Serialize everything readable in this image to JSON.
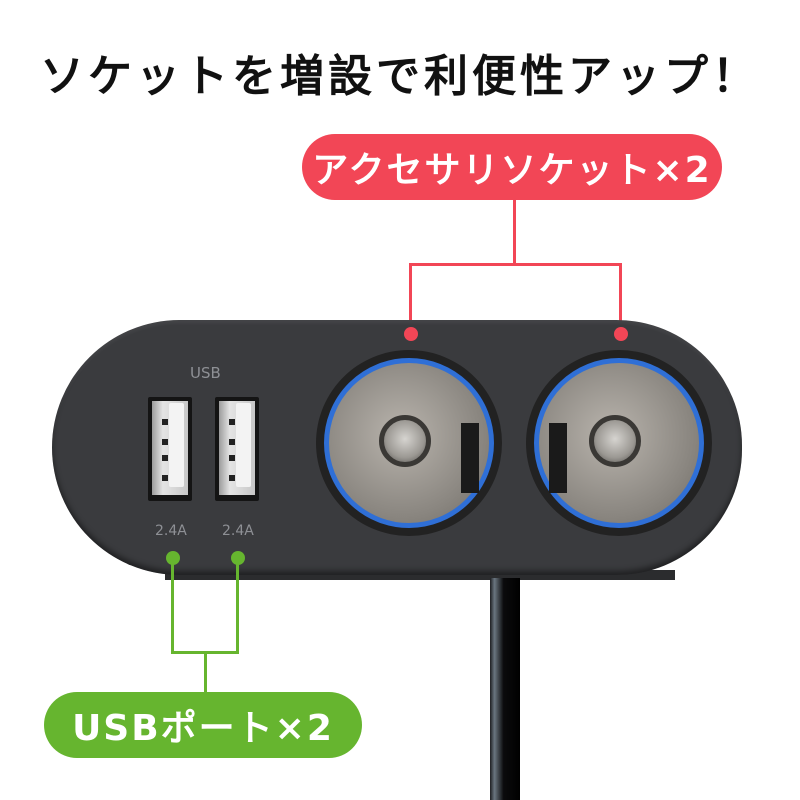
{
  "headline": "ソケットを増設で利便性アップ！",
  "callouts": {
    "accessory_sockets": {
      "label": "アクセサリソケット×2",
      "color": "#f24656"
    },
    "usb_ports": {
      "label": "USBポート×2",
      "color": "#66b52f"
    }
  },
  "device": {
    "usb_label": "USB",
    "usb_ports": [
      {
        "amperage": "2.4A"
      },
      {
        "amperage": "2.4A"
      }
    ],
    "sockets": [
      {
        "ring_color": "#2f6fd6"
      },
      {
        "ring_color": "#2f6fd6"
      }
    ],
    "body_color": "#3a3b3e"
  }
}
